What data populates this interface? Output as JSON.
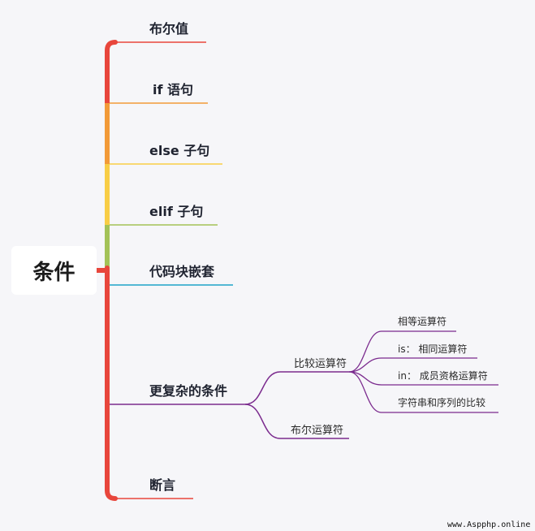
{
  "root": {
    "label": "条件"
  },
  "branches": [
    {
      "label": "布尔值",
      "color": "#e8463c"
    },
    {
      "label": "if 语句",
      "color": "#f29a38"
    },
    {
      "label": "else 子句",
      "color": "#f8cd46"
    },
    {
      "label": "elif 子句",
      "color": "#a3c257"
    },
    {
      "label": "代码块嵌套",
      "color": "#1fa3c8"
    },
    {
      "label": "更复杂的条件",
      "color": "#7b2b8e",
      "children": [
        {
          "label": "比较运算符",
          "children": [
            {
              "label": "相等运算符"
            },
            {
              "label": "is： 相同运算符"
            },
            {
              "label": "in： 成员资格运算符"
            },
            {
              "label": "字符串和序列的比较"
            }
          ]
        },
        {
          "label": "布尔运算符"
        }
      ]
    },
    {
      "label": "断言",
      "color": "#e8463c"
    }
  ],
  "footer": {
    "watermark": "www.Aspphp.online"
  }
}
